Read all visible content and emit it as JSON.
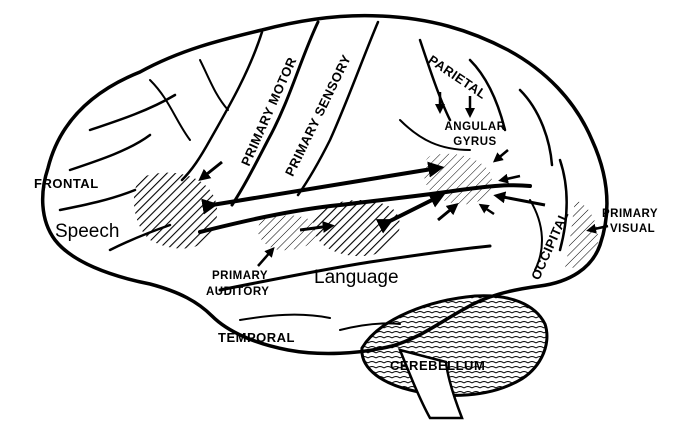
{
  "colors": {
    "ink": "#000000",
    "background": "#ffffff"
  },
  "labels": {
    "frontal": "FRONTAL",
    "primary_motor": "PRIMARY MOTOR",
    "primary_sensory": "PRIMARY SENSORY",
    "parietal": "PARIETAL",
    "angular_gyrus_line1": "ANGULAR",
    "angular_gyrus_line2": "GYRUS",
    "occipital": "OCCIPITAL",
    "primary_visual_line1": "PRIMARY",
    "primary_visual_line2": "VISUAL",
    "primary_auditory_line1": "PRIMARY",
    "primary_auditory_line2": "AUDITORY",
    "temporal": "TEMPORAL",
    "cerebellum": "CEREBELLUM",
    "speech": "Speech",
    "language": "Language"
  }
}
